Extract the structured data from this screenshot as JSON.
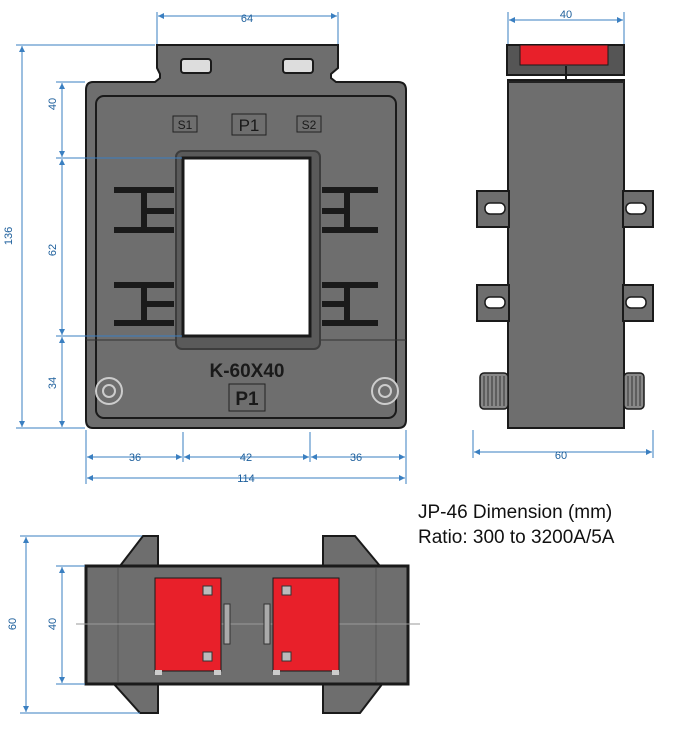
{
  "title": {
    "line1": "JP-46 Dimension (mm)",
    "line2": "Ratio: 300 to 3200A/5A"
  },
  "front_view": {
    "model": "K-60X40",
    "terminals": [
      "S1",
      "P1",
      "S2"
    ],
    "bottom_mark": "P1"
  },
  "dimensions": {
    "top_width": "64",
    "total_height": "136",
    "upper_height": "40",
    "window_height": "62",
    "lower_height": "34",
    "left_margin": "36",
    "window_width": "42",
    "right_margin": "36",
    "total_width": "114",
    "side_top": "40",
    "side_bottom": "60",
    "bottom_outer": "60",
    "bottom_inner": "40"
  },
  "colors": {
    "body": "#6e6e6e",
    "body_dark": "#555555",
    "outline": "#1a1a1a",
    "red": "#e8202a",
    "dim": "#3a7fc1"
  }
}
